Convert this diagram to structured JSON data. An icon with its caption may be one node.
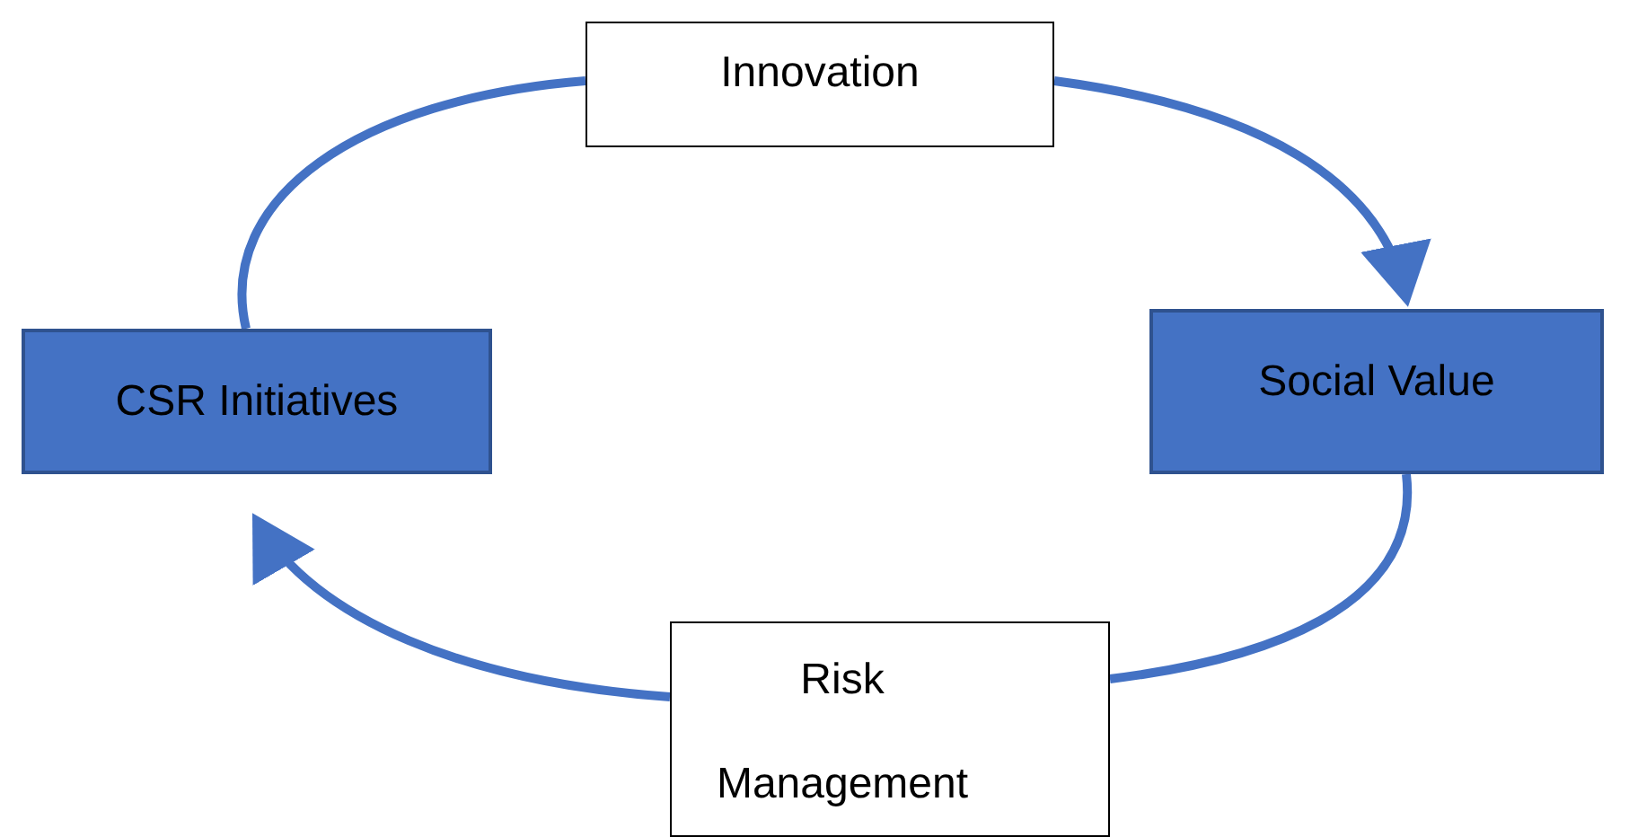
{
  "diagram": {
    "nodes": [
      {
        "text": [
          "Innovation"
        ]
      },
      {
        "text": [
          "CSR Initiatives"
        ]
      },
      {
        "text": [
          "Social Value"
        ]
      },
      {
        "text": [
          "Risk Management"
        ]
      }
    ],
    "edges": [
      {
        "from": 0,
        "to": 2,
        "arrow": "to"
      },
      {
        "from": 2,
        "to": 3,
        "arrow": "none"
      },
      {
        "from": 3,
        "to": 1,
        "arrow": "to"
      },
      {
        "from": 1,
        "to": 0,
        "arrow": "none"
      }
    ]
  }
}
